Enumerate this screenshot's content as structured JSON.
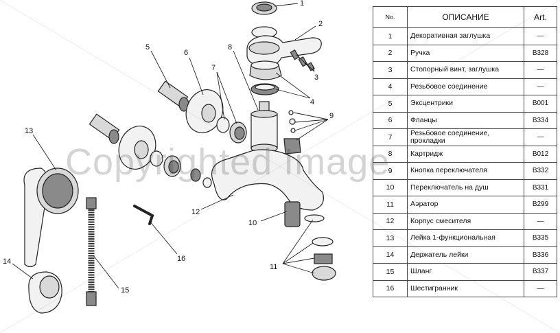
{
  "callouts": [
    "1",
    "2",
    "3",
    "4",
    "5",
    "6",
    "7",
    "8",
    "9",
    "10",
    "11",
    "12",
    "13",
    "14",
    "15",
    "16"
  ],
  "table": {
    "headers": {
      "no": "No.",
      "description": "ОПИСАНИЕ",
      "art": "Art."
    },
    "rows": [
      {
        "no": "1",
        "description": "Декоративная заглушка",
        "art": "—"
      },
      {
        "no": "2",
        "description": "Ручка",
        "art": "B328"
      },
      {
        "no": "3",
        "description": "Стопорный винт, заглушка",
        "art": "—"
      },
      {
        "no": "4",
        "description": "Резьбовое соединение",
        "art": "—"
      },
      {
        "no": "5",
        "description": "Эксцентрики",
        "art": "B001"
      },
      {
        "no": "6",
        "description": "Фланцы",
        "art": "B334"
      },
      {
        "no": "7",
        "description": "Резьбовое соединение, прокладки",
        "art": "—"
      },
      {
        "no": "8",
        "description": "Картридж",
        "art": "B012"
      },
      {
        "no": "9",
        "description": "Кнопка переключателя",
        "art": "B332"
      },
      {
        "no": "10",
        "description": "Переключатель на душ",
        "art": "B331"
      },
      {
        "no": "11",
        "description": "Аэратор",
        "art": "B299"
      },
      {
        "no": "12",
        "description": "Корпус смесителя",
        "art": "—"
      },
      {
        "no": "13",
        "description": "Лейка 1-функциональная",
        "art": "B335"
      },
      {
        "no": "14",
        "description": "Держатель лейки",
        "art": "B336"
      },
      {
        "no": "15",
        "description": "Шланг",
        "art": "B337"
      },
      {
        "no": "16",
        "description": "Шестигранник",
        "art": "—"
      }
    ]
  },
  "watermark": "Copyrighted Image"
}
